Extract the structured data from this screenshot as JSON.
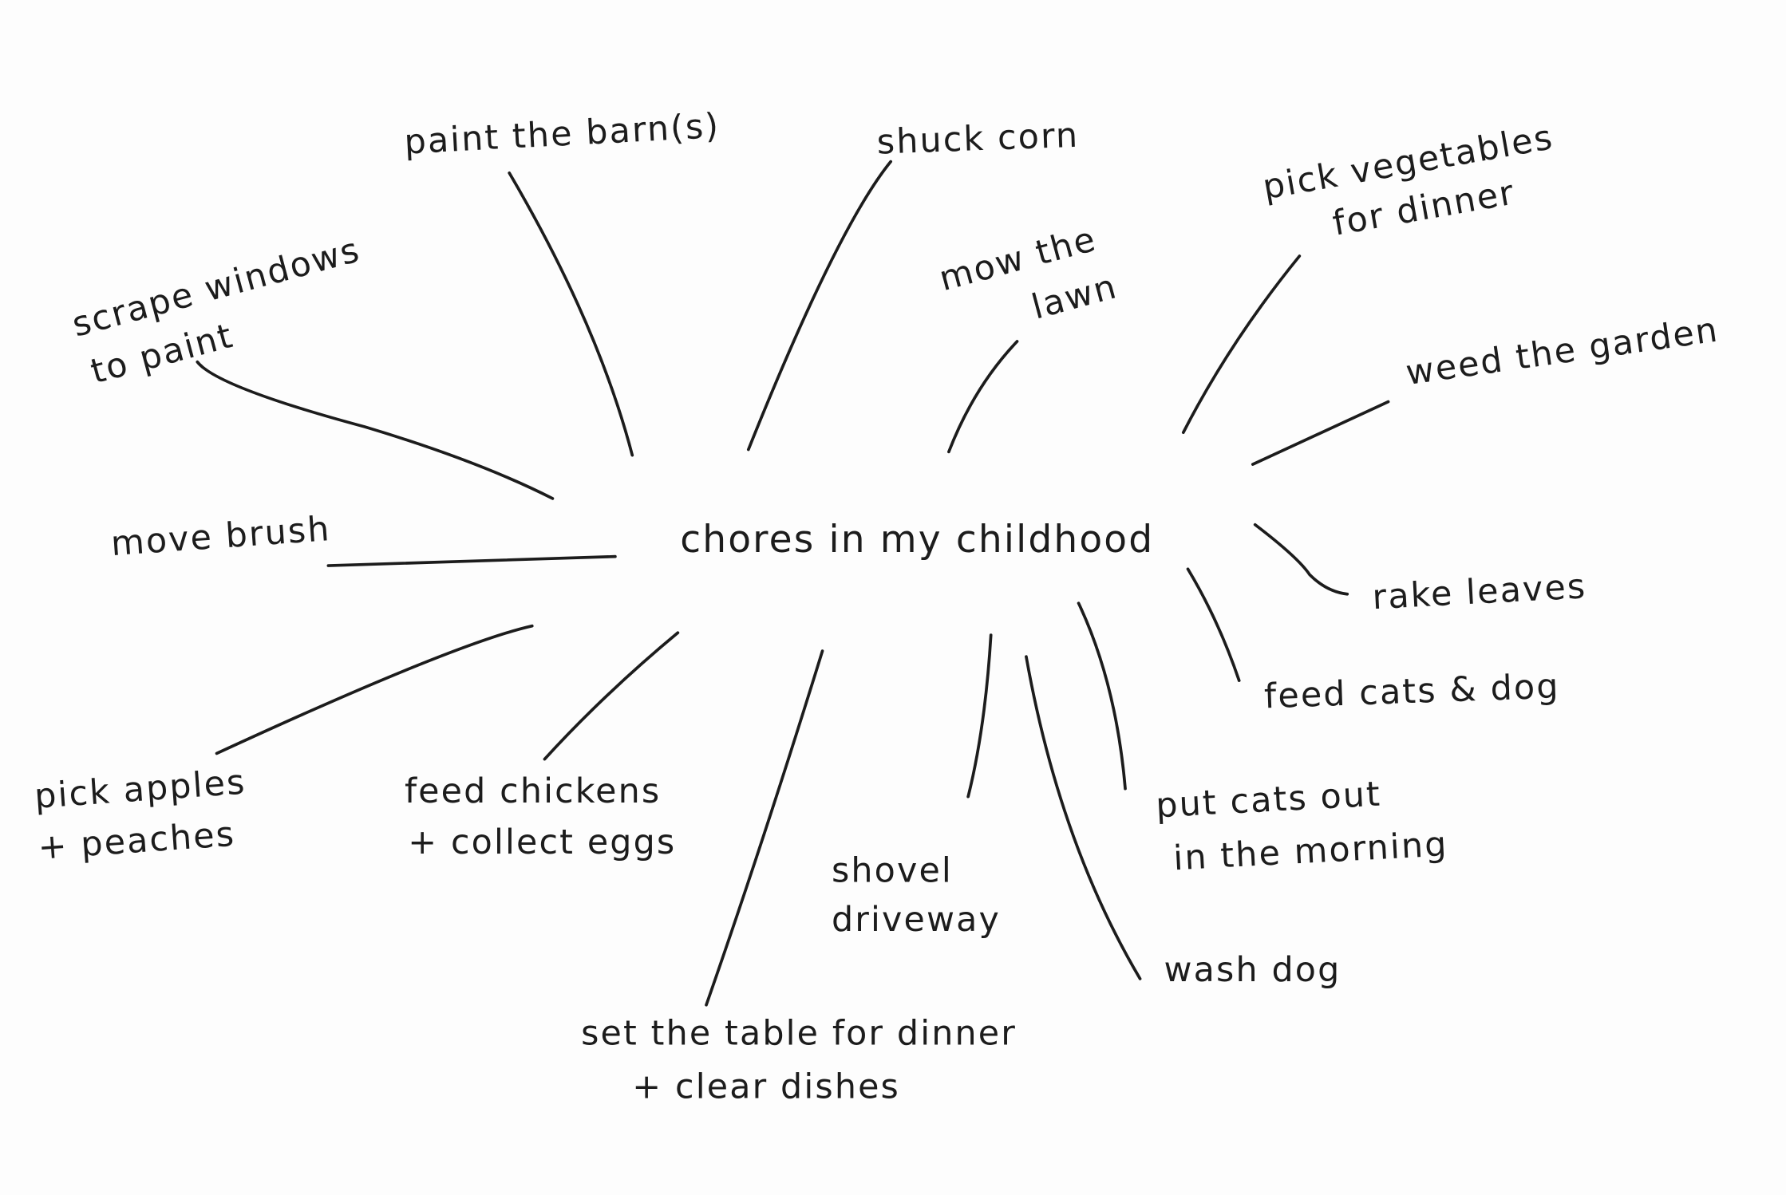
{
  "center": "chores in my childhood",
  "branches": {
    "paint_barn": [
      "paint the barn(s)"
    ],
    "shuck_corn": [
      "shuck corn"
    ],
    "mow_lawn": [
      "mow the",
      "lawn"
    ],
    "pick_vegetables": [
      "pick vegetables",
      "for dinner"
    ],
    "weed_garden": [
      "weed the garden"
    ],
    "scrape_windows": [
      "scrape windows",
      "to paint"
    ],
    "move_brush": [
      "move brush"
    ],
    "rake_leaves": [
      "rake leaves"
    ],
    "feed_cats_dog": [
      "feed cats & dog"
    ],
    "put_cats_out": [
      "put cats out",
      "in the morning"
    ],
    "wash_dog": [
      "wash dog"
    ],
    "shovel_driveway": [
      "shovel",
      "driveway"
    ],
    "set_table": [
      "set the table for dinner",
      "+ clear dishes"
    ],
    "feed_chickens": [
      "feed chickens",
      "+ collect eggs"
    ],
    "pick_apples": [
      "pick apples",
      "+ peaches"
    ]
  }
}
